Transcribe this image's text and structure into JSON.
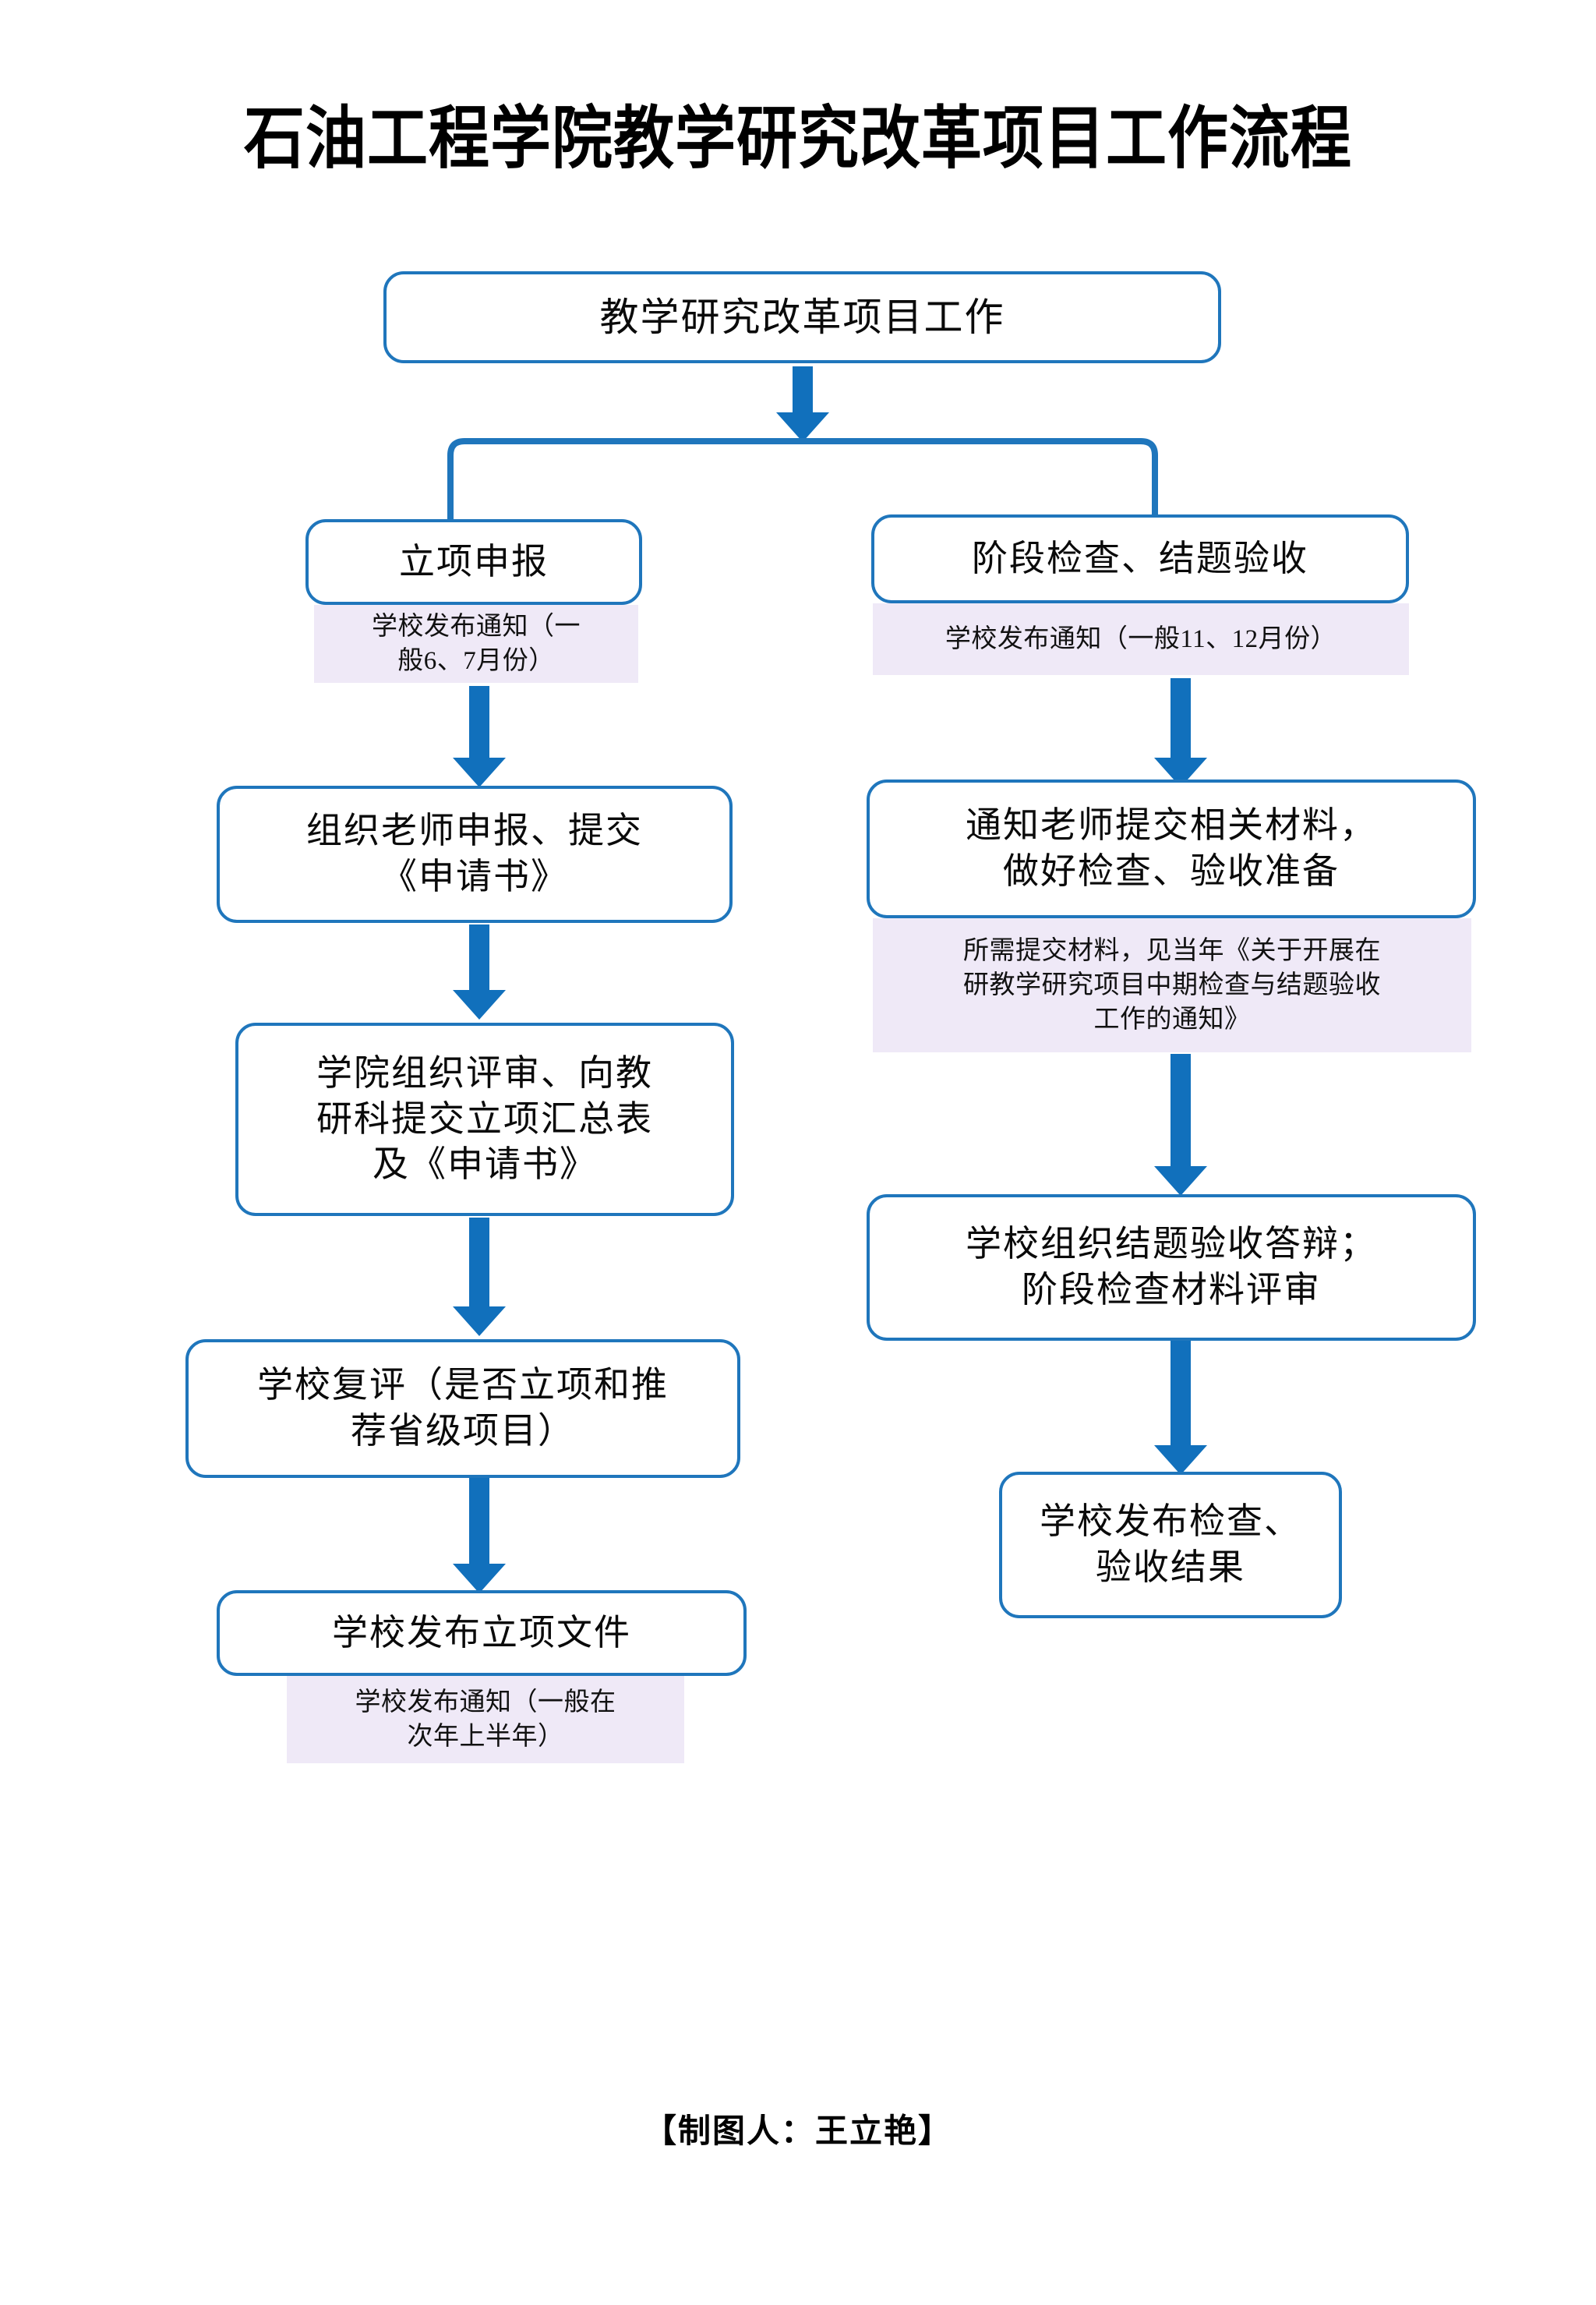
{
  "document": {
    "title": "石油工程学院教学研究改革项目工作流程",
    "credit": "【制图人：王立艳】"
  },
  "theme": {
    "accent": "#1F76BC",
    "arrow": "#1170BC",
    "note_background": "#EFE9F7",
    "page_background": "#FFFFFF",
    "text": "#000000"
  },
  "chart_data": {
    "type": "flowchart",
    "title": "石油工程学院教学研究改革项目工作流程",
    "orientation": "top-down",
    "branches": 2,
    "nodes": [
      {
        "id": "root",
        "label": "教学研究改革项目工作",
        "column": "center"
      },
      {
        "id": "l0",
        "label": "立项申报",
        "column": "left"
      },
      {
        "id": "l1",
        "label": "组织老师申报、提交\n《申请书》",
        "column": "left"
      },
      {
        "id": "l2",
        "label": "学院组织评审、向教\n研科提交立项汇总表\n及《申请书》",
        "column": "left"
      },
      {
        "id": "l3",
        "label": "学校复评（是否立项和推\n荐省级项目）",
        "column": "left"
      },
      {
        "id": "l4",
        "label": "学校发布立项文件",
        "column": "left"
      },
      {
        "id": "r0",
        "label": "阶段检查、结题验收",
        "column": "right"
      },
      {
        "id": "r1",
        "label": "通知老师提交相关材料，\n做好检查、验收准备",
        "column": "right"
      },
      {
        "id": "r2",
        "label": "学校组织结题验收答辩；\n阶段检查材料评审",
        "column": "right"
      },
      {
        "id": "r3",
        "label": "学校发布检查、\n验收结果",
        "column": "right"
      }
    ],
    "notes": [
      {
        "id": "n-l0",
        "attached_to": "l0",
        "text": "学校发布通知（一\n般6、7月份）"
      },
      {
        "id": "n-l4",
        "attached_to": "l4",
        "text": "学校发布通知（一般在\n次年上半年）"
      },
      {
        "id": "n-r0",
        "attached_to": "r0",
        "text": "学校发布通知（一般11、12月份）"
      },
      {
        "id": "n-r1",
        "attached_to": "r1",
        "text": "所需提交材料，见当年《关于开展在\n研教学研究项目中期检查与结题验收\n工作的通知》"
      }
    ],
    "edges": [
      {
        "from": "root",
        "to": "split",
        "style": "arrow-down"
      },
      {
        "from": "split",
        "to": "l0",
        "style": "bracket-left"
      },
      {
        "from": "split",
        "to": "r0",
        "style": "bracket-right"
      },
      {
        "from": "l0",
        "to": "l1",
        "style": "arrow-down"
      },
      {
        "from": "l1",
        "to": "l2",
        "style": "arrow-down"
      },
      {
        "from": "l2",
        "to": "l3",
        "style": "arrow-down"
      },
      {
        "from": "l3",
        "to": "l4",
        "style": "arrow-down"
      },
      {
        "from": "r0",
        "to": "r1",
        "style": "arrow-down"
      },
      {
        "from": "r1",
        "to": "r2",
        "style": "arrow-down"
      },
      {
        "from": "r2",
        "to": "r3",
        "style": "arrow-down"
      }
    ]
  }
}
